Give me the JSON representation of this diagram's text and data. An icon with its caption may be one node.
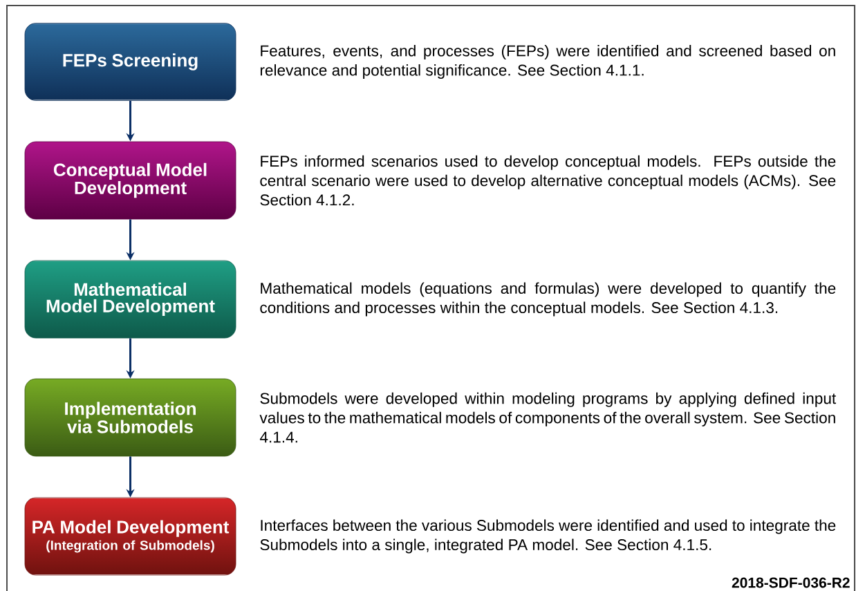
{
  "diagram": {
    "nodes": [
      {
        "text": [
          "FEPs Screening"
        ],
        "beside": [
          "Features, events, and processes (FEPs) were identified and screened based on relevance and potential significance.  See Section 4.1.1."
        ]
      },
      {
        "text": [
          "Conceptual Model Development"
        ],
        "beside": [
          "FEPs informed scenarios used to develop conceptual models.  FEPs outside the central scenario were used to develop alternative conceptual models (ACMs). See Section 4.1.2."
        ]
      },
      {
        "text": [
          "Mathematical Model Development"
        ],
        "beside": [
          "Mathematical models (equations and formulas) were developed to quantify the conditions and processes within the conceptual models. See Section 4.1.3."
        ]
      },
      {
        "text": [
          "Implementation via Submodels"
        ],
        "beside": [
          "Submodels were developed within modeling programs by applying defined input values to the mathematical models of components of the overall system.  See Section 4.1.4."
        ]
      },
      {
        "text": [
          "PA Model Development",
          "(Integration of Submodels)"
        ],
        "beside": [
          "Interfaces between the various Submodels were identified and used to integrate the Submodels into a single, integrated PA model.  See Section 4.1.5."
        ]
      }
    ],
    "edges": [
      {
        "from": 0,
        "to": 1,
        "arrow": "to"
      },
      {
        "from": 1,
        "to": 2,
        "arrow": "to"
      },
      {
        "from": 2,
        "to": 3,
        "arrow": "to"
      },
      {
        "from": 3,
        "to": 4,
        "arrow": "to"
      }
    ],
    "labels": [
      "2018-SDF-036-R2"
    ]
  }
}
